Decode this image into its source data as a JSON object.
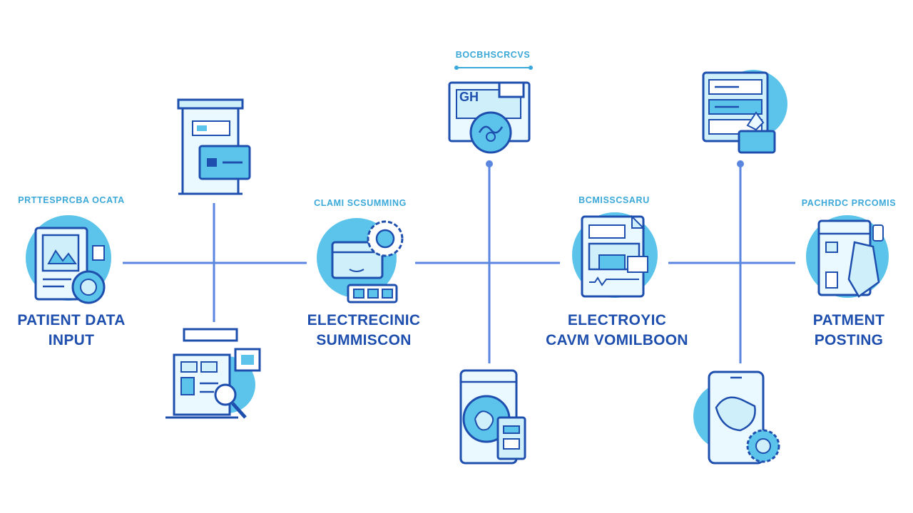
{
  "colors": {
    "line": "#5b86e0",
    "outline": "#1e4fae",
    "blob": "#5cc4ea",
    "caption": "#3aa8d8",
    "fill_light": "#cfeffb"
  },
  "stages": [
    {
      "caption": "PRTTESPRCBA OCATA",
      "label": "PATIENT DATA\nINPUT"
    },
    {
      "caption": "CLAMI SCSUMMING",
      "label": "ELECTRECINIC\nSUMMISCON"
    },
    {
      "caption": "BCMISSCSARU",
      "label": "ELECTROYIC\nCAVM VOMILBOON"
    },
    {
      "caption": "PACHRDC PRCOMIS",
      "label": "PATMENT\nPOSTING"
    }
  ],
  "top_caption": "BOCBHSCRCVS",
  "icons": {
    "patient_input": "patient-record-icon",
    "claim_scrubbing": "form-gear-icon",
    "claim_submission": "document-form-icon",
    "payment_posting": "payment-doc-icon",
    "upper_left": "kiosk-form-icon",
    "lower_left": "document-search-icon",
    "upper_middle": "insurance-card-icon",
    "lower_middle": "tablet-device-icon",
    "upper_right": "server-database-icon",
    "lower_right": "mobile-payment-icon"
  }
}
